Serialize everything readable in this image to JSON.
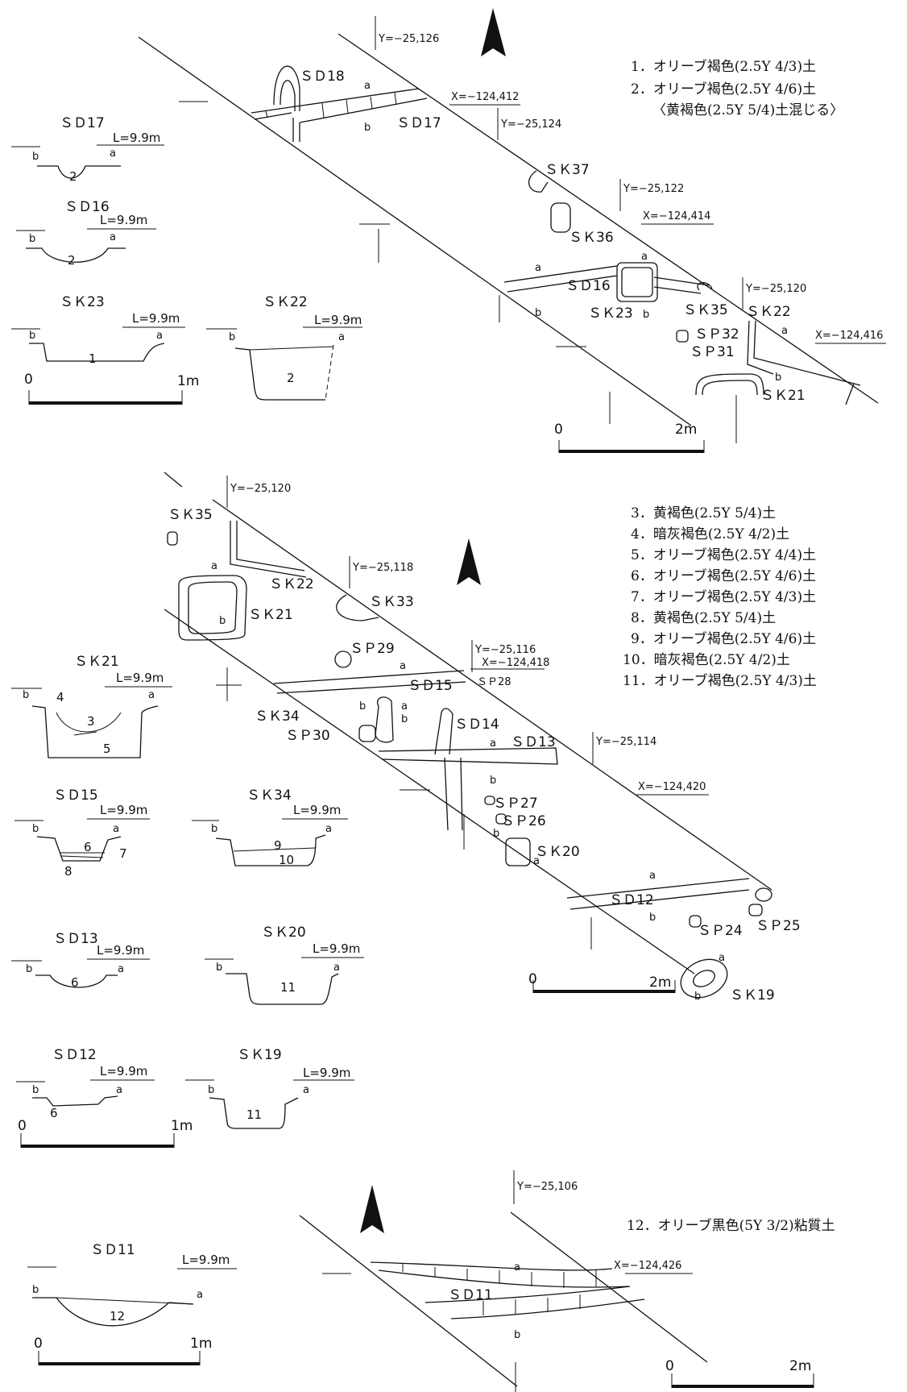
{
  "legend_top": [
    "1．オリーブ褐色(2.5Y 4/3)土",
    "2．オリーブ褐色(2.5Y 4/6)土",
    "〈黄褐色(2.5Y 5/4)土混じる〉"
  ],
  "legend_mid": [
    "3．黄褐色(2.5Y 5/4)土",
    "4．暗灰褐色(2.5Y 4/2)土",
    "5．オリーブ褐色(2.5Y 4/4)土",
    "6．オリーブ褐色(2.5Y 4/6)土",
    "7．オリーブ褐色(2.5Y 4/3)土",
    "8．黄褐色(2.5Y 5/4)土",
    "9．オリーブ褐色(2.5Y 4/6)土",
    "10．暗灰褐色(2.5Y 4/2)土",
    "11．オリーブ褐色(2.5Y 4/3)土"
  ],
  "legend_bot": [
    "12．オリーブ黒色(5Y 3/2)粘質土"
  ],
  "level": "L=9.9m",
  "sec_a": "a",
  "sec_b": "b",
  "scale": {
    "zero": "0",
    "one_m": "1m",
    "two_m": "2m"
  },
  "sections": {
    "sd17": "ＳＤ17",
    "sd16": "ＳＤ16",
    "sk23": "ＳＫ23",
    "sk22": "ＳＫ22",
    "sk21": "ＳＫ21",
    "sd15": "ＳＤ15",
    "sk34": "ＳＫ34",
    "sd13": "ＳＤ13",
    "sk20": "ＳＫ20",
    "sd12": "ＳＤ12",
    "sk19": "ＳＫ19",
    "sd11": "ＳＤ11"
  },
  "layers": [
    "1",
    "2",
    "3",
    "4",
    "5",
    "6",
    "7",
    "8",
    "9",
    "10",
    "11",
    "12"
  ],
  "plan1": {
    "features": [
      "ＳＤ18",
      "ＳＤ17",
      "ＳＫ37",
      "ＳＫ36",
      "ＳＤ16",
      "ＳＫ23",
      "ＳＫ35",
      "ＳＫ22",
      "ＳＰ32",
      "ＳＰ31",
      "ＳＫ21"
    ],
    "coords": [
      "Y=−25,126",
      "X=−124,412",
      "Y=−25,124",
      "Y=−25,122",
      "X=−124,414",
      "Y=−25,120",
      "X=−124,416"
    ]
  },
  "plan2": {
    "features": [
      "ＳＫ35",
      "ＳＫ22",
      "ＳＫ21",
      "ＳＫ33",
      "ＳＰ29",
      "ＳＤ15",
      "ＳＰ28",
      "ＳＫ34",
      "ＳＰ30",
      "ＳＤ14",
      "ＳＤ13",
      "ＳＰ27",
      "ＳＰ26",
      "ＳＫ20",
      "ＳＤ12",
      "ＳＰ24",
      "ＳＰ25",
      "ＳＫ19"
    ],
    "coords": [
      "Y=−25,120",
      "Y=−25,118",
      "Y=−25,116",
      "X=−124,418",
      "Y=−25,114",
      "X=−124,420"
    ]
  },
  "plan3": {
    "features": [
      "ＳＤ11"
    ],
    "coords": [
      "Y=−25,106",
      "X=−124,426"
    ]
  }
}
